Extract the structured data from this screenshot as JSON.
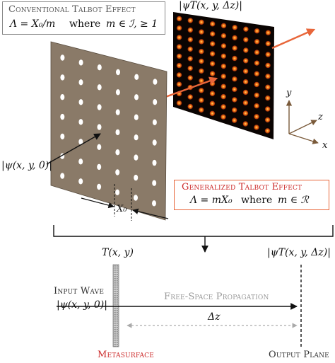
{
  "conventional_box": {
    "title": "Conventional Talbot Effect",
    "formula": "Λ = X₀/m",
    "where_word": "where",
    "condition": "m ∈ ℐ, ≥ 1"
  },
  "generalized_box": {
    "title": "Generalized Talbot Effect",
    "formula": "Λ = mX₀",
    "where_word": "where",
    "condition": "m ∈ ℛ"
  },
  "labels": {
    "input_field": "|ψ(x, y, 0)|",
    "output_field_top": "|ψT(x, y, Δz)|",
    "period": "X₀",
    "transmission": "T(x, y)",
    "output_field_bottom": "|ψT(x, y, Δz)|",
    "input_wave_title": "Input Wave",
    "input_wave_field": "|ψ(x, y, 0)|",
    "propagation": "Free-Space Propagation",
    "distance": "Δz",
    "metasurface": "Metasurface",
    "output_plane": "Output Plane"
  },
  "axes": {
    "x": "x",
    "y": "y",
    "z": "z"
  },
  "colors": {
    "panel": "#8a7a68",
    "panel_edge": "#5a4e40",
    "hole": "#ffffff",
    "output_bg": "#0a0402",
    "spot": "#ff8a1a",
    "beam_arrow": "#e8663a",
    "axis_arrow": "#7a5a3a",
    "conventional_border": "#888888",
    "generalized_border": "#e8663a",
    "metasurface_label": "#cc2a2a",
    "propagation_label": "#999999",
    "dz_arrow": "#aaaaaa"
  },
  "grid": {
    "rows": 7,
    "cols": 6,
    "spot_rows": 10,
    "spot_cols": 9
  }
}
